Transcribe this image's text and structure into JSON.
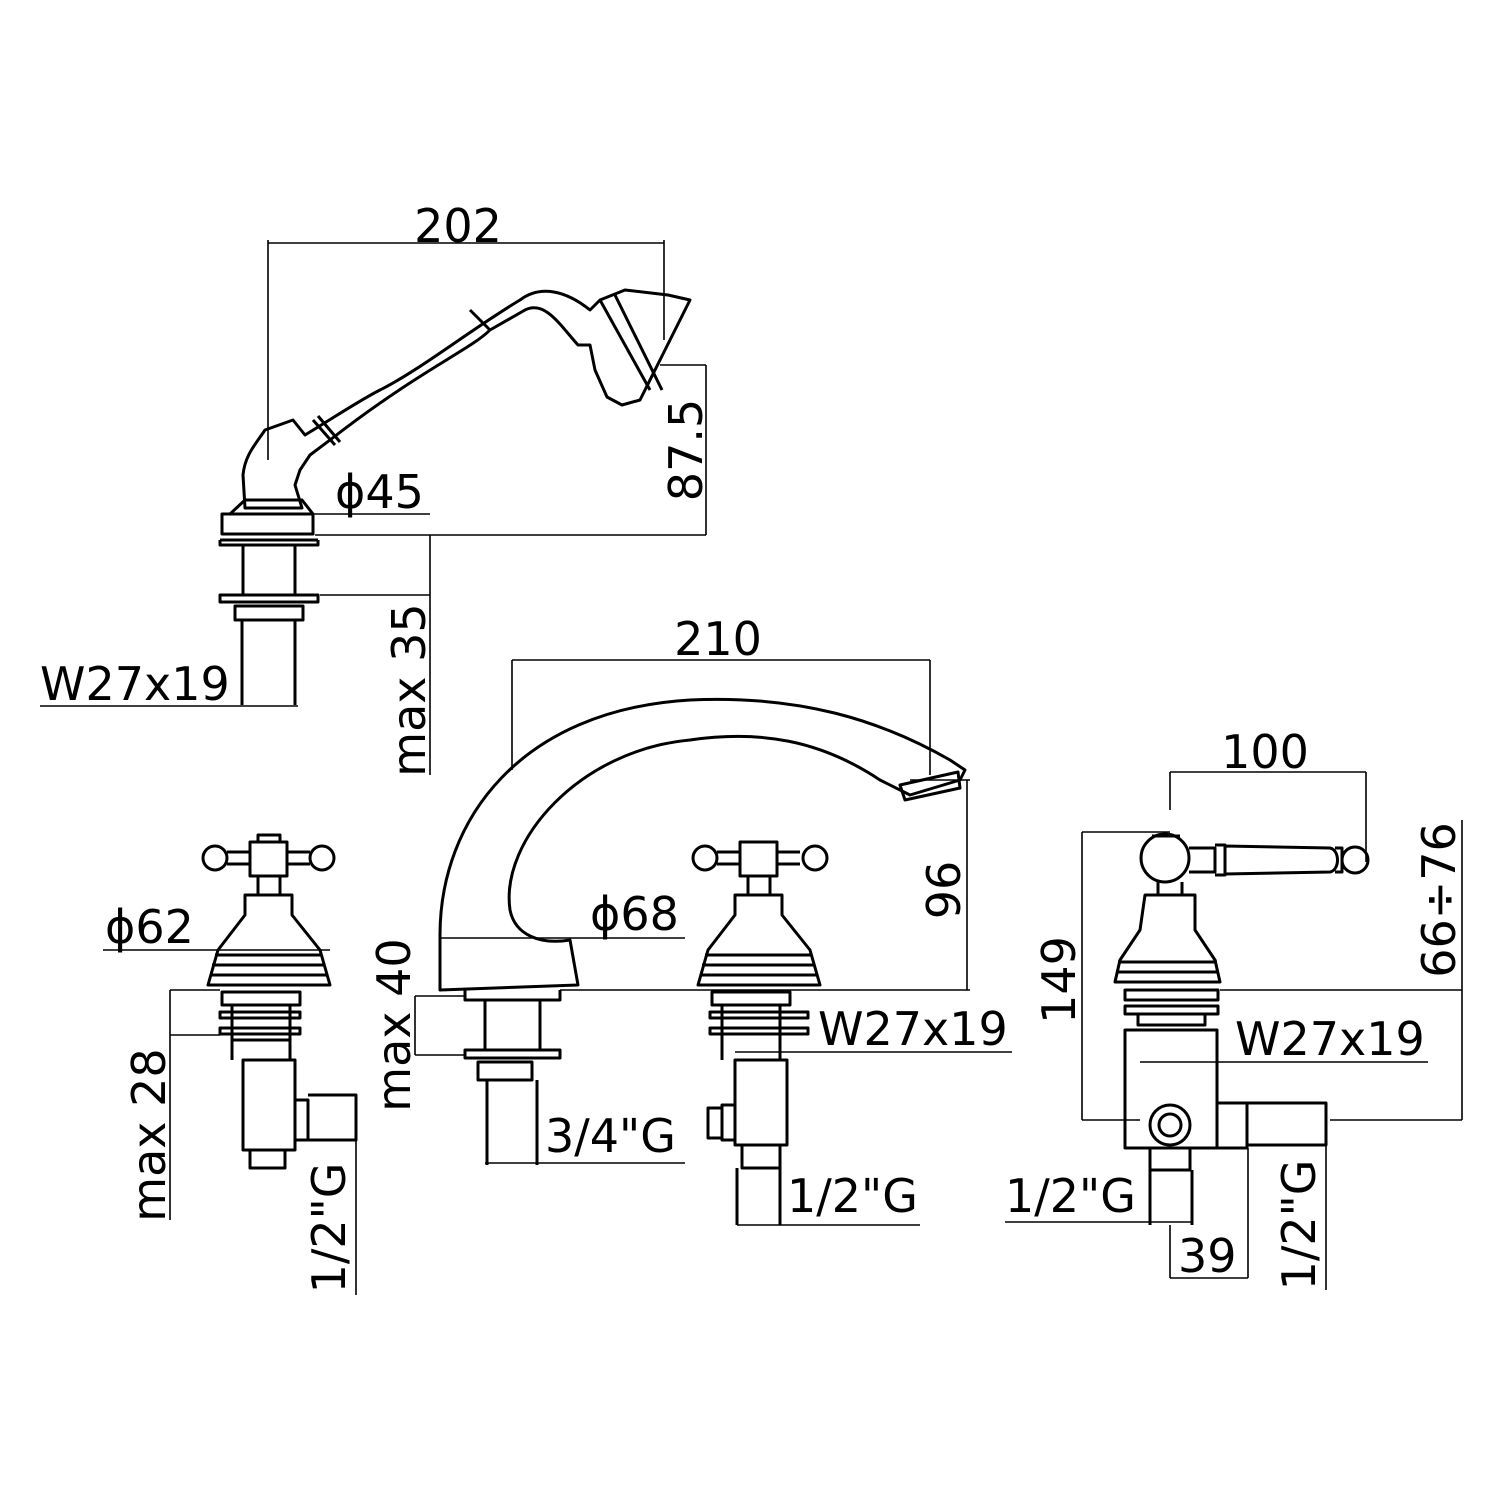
{
  "drawing": {
    "hand_shower": {
      "length": "202",
      "base_diameter": "ϕ45",
      "height": "87.5",
      "max_deck": "max 35",
      "thread": "W27x19"
    },
    "spout": {
      "length": "210",
      "base_diameter": "ϕ68",
      "height": "96",
      "max_deck": "max 40",
      "connection": "3/4\"G"
    },
    "left_valve": {
      "base_diameter": "ϕ62",
      "max_deck": "max 28",
      "connection": "1/2\"G"
    },
    "right_valve": {
      "thread": "W27x19",
      "connection": "1/2\"G"
    },
    "diverter": {
      "lever_length": "100",
      "total_height": "149",
      "height_range": "66÷76",
      "thread": "W27x19",
      "connection_bottom": "1/2\"G",
      "offset": "39",
      "connection_side": "1/2\"G"
    }
  }
}
